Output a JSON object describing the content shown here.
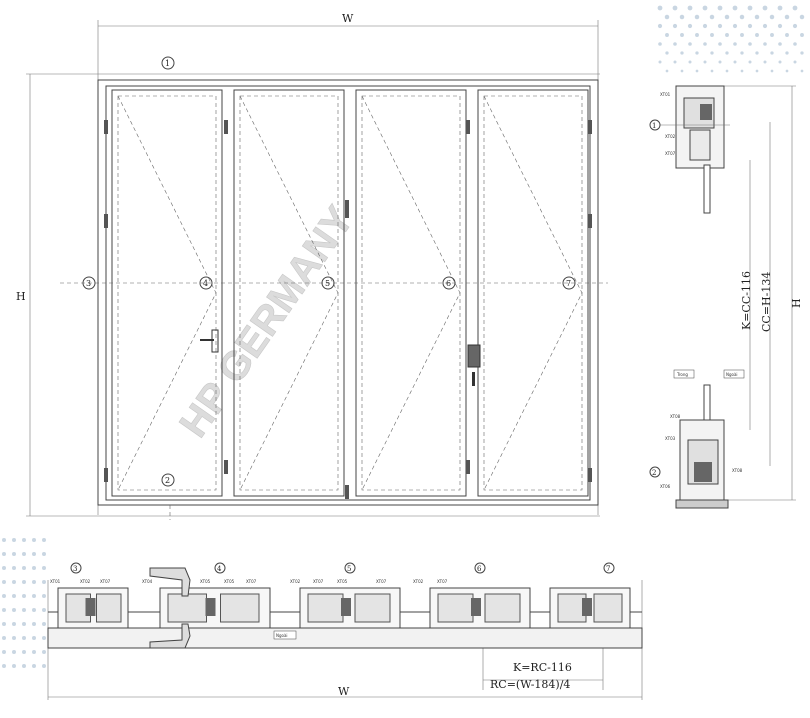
{
  "dimensions": {
    "width_label": "W",
    "height_label": "H",
    "bottom_width_label": "W",
    "right_height_label": "H"
  },
  "markers": [
    "1",
    "2",
    "3",
    "4",
    "5",
    "6",
    "7"
  ],
  "formulas": {
    "vertical_k": "K=CC-116",
    "vertical_cc": "CC=H-134",
    "horizontal_k": "K=RC-116",
    "horizontal_rc": "RC=(W-184)/4"
  },
  "section_labels": {
    "inside": "Trong",
    "outside": "Ngoài",
    "outside_bottom": "Ngoài"
  },
  "part_codes": {
    "right_top": [
      "XT01",
      "XT02",
      "XT07"
    ],
    "right_bottom": [
      "XT08",
      "XT03",
      "XT06",
      "XT08"
    ],
    "bottom_row": [
      "XT01",
      "XT02",
      "XT07",
      "XT04",
      "XT05",
      "XT05",
      "XT07",
      "XT02",
      "XT07",
      "XT05",
      "XT07",
      "XT02",
      "XT07"
    ]
  },
  "watermark": "HP GERMANY",
  "colors": {
    "line": "#444444",
    "watermark": "#d8d8d8",
    "dots": "#c9d6e2"
  }
}
